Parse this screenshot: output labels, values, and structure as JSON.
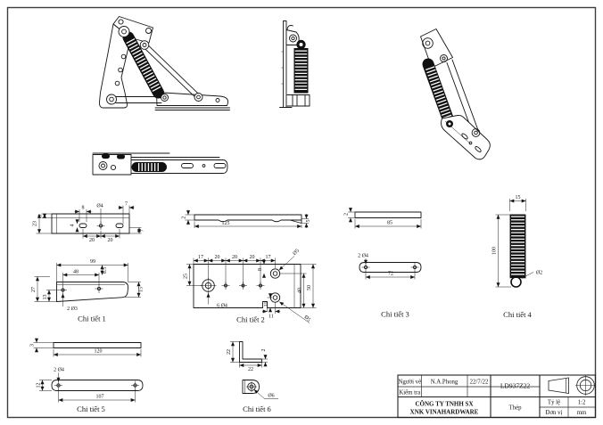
{
  "details": [
    {
      "label": "Chi tiết 1",
      "dims": {
        "step": "3",
        "height": "23",
        "slot_len": "8",
        "hole_dia": "Ø4",
        "edge": "7",
        "pitch_a": "20",
        "pitch_b": "20",
        "slot_w": "4",
        "right_h": "7",
        "length": "99",
        "span": "48",
        "drop": "8.5",
        "left_h": "27",
        "inner_h": "13",
        "end_h": "15",
        "holes": "2 Ø3"
      }
    },
    {
      "label": "Chi tiết 2",
      "dims": {
        "thickness": "2",
        "length": "125",
        "flange": "5",
        "e1": "17",
        "p1": "20",
        "p2": "20",
        "p3": "20",
        "e2": "17",
        "dia_top": "Ø5",
        "h25": "25",
        "h8": "8",
        "h40": "40",
        "h50": "50",
        "n1": "11",
        "n2": "11",
        "holes": "6 Ø4",
        "dia_bot": "Ø5"
      }
    },
    {
      "label": "Chi tiết 3",
      "dims": {
        "thickness": "2",
        "length": "85",
        "holes": "2 Ø4",
        "span": "72"
      }
    },
    {
      "label": "Chi tiết 4",
      "dims": {
        "width": "15",
        "length": "100",
        "wire": "Ø2"
      }
    },
    {
      "label": "Chi tiết 5",
      "dims": {
        "thickness": "3",
        "length": "120",
        "holes": "2 Ø4",
        "height": "12",
        "span": "107"
      }
    },
    {
      "label": "Chi tiết 6",
      "dims": {
        "leg_v": "22",
        "thickness": "2",
        "leg_h": "22",
        "hole": "Ø6"
      }
    }
  ],
  "title_block": {
    "drawn_label": "Người vẽ",
    "drawn_name": "N.A.Phong",
    "drawn_date": "22/7/22",
    "check_label": "Kiểm tra",
    "code": "LD937Z22",
    "company1": "CÔNG TY TNHH SX",
    "company2": "XNK VINAHARDWARE",
    "material": "Thép",
    "scale_label": "Tỷ lệ",
    "scale": "1:2",
    "unit_label": "Đơn vị",
    "unit": "mm"
  },
  "colors": {
    "line": "#161616",
    "background": "#ffffff",
    "border": "#3d3d3d"
  }
}
